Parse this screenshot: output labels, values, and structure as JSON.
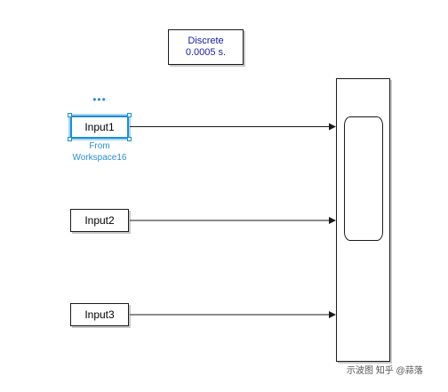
{
  "discrete_block": {
    "line1": "Discrete",
    "line2": "0.0005 s."
  },
  "inputs": [
    {
      "label": "Input1",
      "caption_line1": "From",
      "caption_line2": "Workspace16",
      "selected": true
    },
    {
      "label": "Input2"
    },
    {
      "label": "Input3"
    }
  ],
  "selection_dots": "•••",
  "watermark": "示波图 知乎 @蒜落",
  "colors": {
    "block_border": "#1a1a1a",
    "selection_blue": "#1a8fd6",
    "caption_blue": "#2a8fd4",
    "discrete_text": "#1a1aa6"
  }
}
